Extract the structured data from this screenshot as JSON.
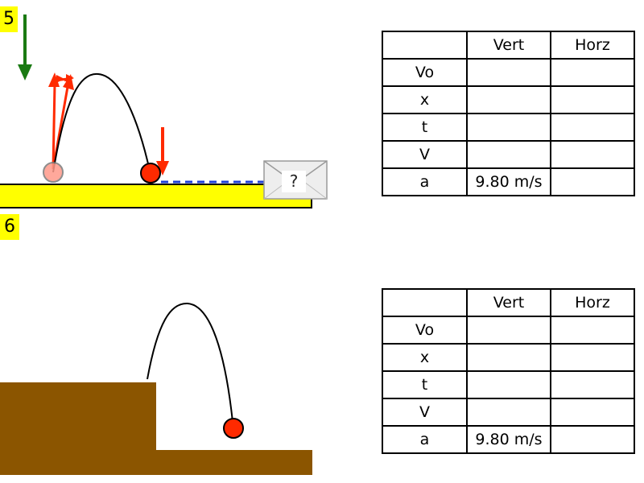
{
  "problem_5": {
    "number": "5",
    "mystery_label": "?",
    "table": {
      "headers": [
        "",
        "Vert",
        "Horz"
      ],
      "rows": [
        {
          "label": "Vo",
          "vert": "",
          "horz": ""
        },
        {
          "label": "x",
          "vert": "",
          "horz": ""
        },
        {
          "label": "t",
          "vert": "",
          "horz": ""
        },
        {
          "label": "V",
          "vert": "",
          "horz": ""
        },
        {
          "label": "a",
          "vert": "9.80 m/s",
          "horz": ""
        }
      ]
    }
  },
  "problem_6": {
    "number": "6",
    "table": {
      "headers": [
        "",
        "Vert",
        "Horz"
      ],
      "rows": [
        {
          "label": "Vo",
          "vert": "",
          "horz": ""
        },
        {
          "label": "x",
          "vert": "",
          "horz": ""
        },
        {
          "label": "t",
          "vert": "",
          "horz": ""
        },
        {
          "label": "V",
          "vert": "",
          "horz": ""
        },
        {
          "label": "a",
          "vert": "9.80 m/s",
          "horz": ""
        }
      ]
    }
  },
  "colors": {
    "label_bg": "#ffff00",
    "platform": "#ffff00",
    "ground": "#8b5500",
    "ball": "#ff2a00",
    "velocity_arrow": "#ff2a00",
    "gravity_arrow": "#1a7a12",
    "distance_line": "#1f3fd6",
    "envelope": "#eeeeee"
  },
  "icons": {
    "mystery_box": "envelope-icon"
  }
}
